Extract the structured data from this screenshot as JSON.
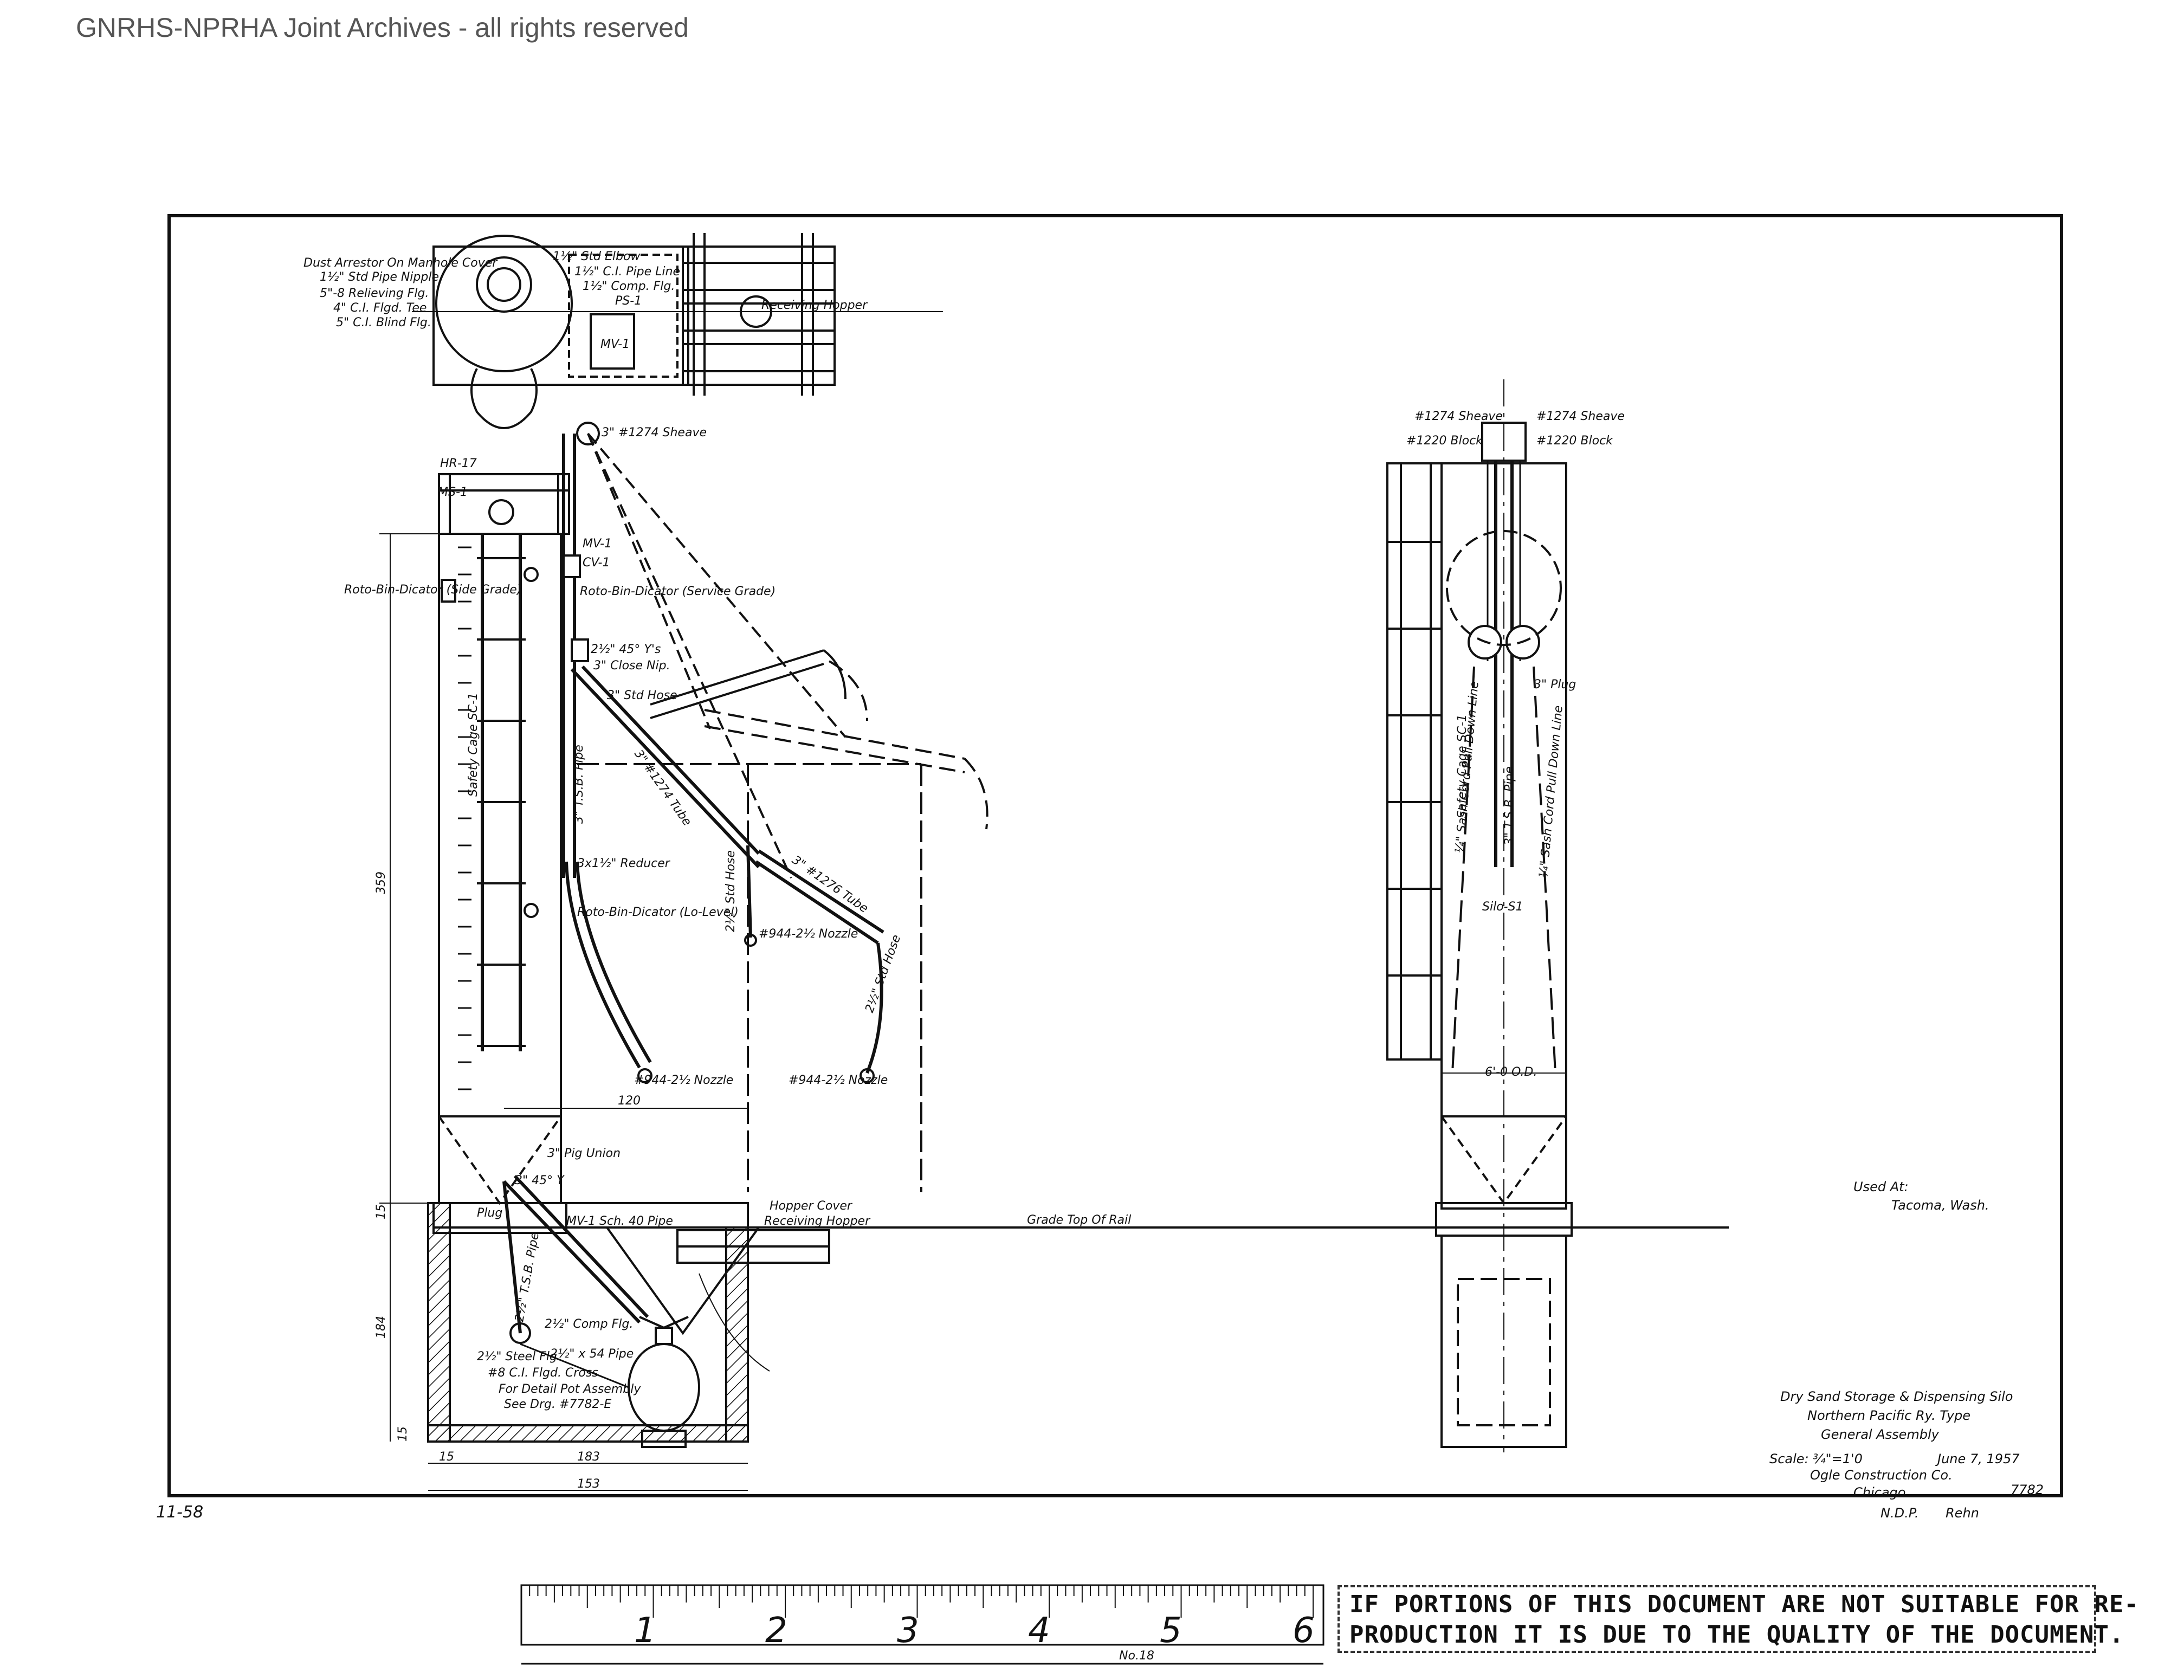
{
  "watermark": "GNRHS-NPRHA Joint Archives - all rights reserved",
  "plan_labels": {
    "dust_arrestor": "Dust Arrestor On Manhole Cover",
    "close_nipple": "1½\" Std Pipe Nipple",
    "relieving_flg": "5\"-8 Relieving Flg.",
    "flgd_tee": "4\" C.I. Flgd. Tee",
    "blind_flg": "5\" C.I. Blind Flg.",
    "elbow": "1½\" Std Elbow",
    "cap": "1½\" C.I. Pipe Line",
    "comp_flg": "1½\" Comp. Flg.",
    "receiving_hopper": "Receiving Hopper",
    "tag_ps1": "PS-1",
    "tag_mv1": "MV-1"
  },
  "elevation_labels": {
    "sheave_top": "3\" #1274 Sheave",
    "tag_hr17": "HR-17",
    "tag_ms1": "MS-1",
    "tag_mv1": "MV-1",
    "tag_cv1": "CV-1",
    "bin_dicator_hi": "Roto-Bin-Dicator (Service Grade)",
    "bin_dicator_side": "Roto-Bin-Dicator (Side Grade)",
    "ty_45": "2½\" 45° Y's",
    "close_nip": "3\" Close Nip.",
    "hose_1": "3\" Std Hose",
    "tube_1": "3\" #1274 Tube",
    "tube_2": "3\" #1276 Tube",
    "pipe_label": "3\" T.S.B. Pipe",
    "safety_cage": "Safety Cage SC-1",
    "reducer": "3x1½\" Reducer",
    "bin_dicator_lo": "Roto-Bin-Dicator (Lo-Level)",
    "hose_2": "2½\" Std Hose",
    "nozzle_1": "#944-2½ Nozzle",
    "nozzle_2": "#944-2½ Nozzle",
    "nozzle_3": "#944-2½ Nozzle",
    "hose_3": "2½\" Std Hose",
    "dim_120": "120",
    "dim_359": "359",
    "dim_15a": "15",
    "dim_184": "184",
    "dim_15b": "15",
    "dim_15c": "15",
    "dim_153": "153",
    "dim_183": "183",
    "union": "3\" Pig Union",
    "ty_45b": "3\" 45° Y",
    "plug": "Plug",
    "mv1_tag": "MV-1 Sch. 40 Pipe",
    "hopper_cover": "Hopper Cover",
    "receiving_hopper": "Receiving Hopper",
    "grade_rail": "Grade Top Of Rail",
    "pipe_vert": "2½\" T.S.B. Pipe",
    "comp_flg": "2½\" Comp Flg.",
    "steel_flg": "2½\" Steel Flg.",
    "pipe_254": "2½\" x 54 Pipe",
    "flgd_cross": "#8 C.I. Flgd. Cross",
    "detail_1": "For Detail Pot Assembly",
    "detail_2": "See Drg. #7782-E"
  },
  "side_labels": {
    "sheave_l": "#1274 Sheave",
    "sheave_r": "#1274 Sheave",
    "block_l": "#1220 Block",
    "block_r": "#1220 Block",
    "safety_cage": "Safety Cage SC-1",
    "pull_down_1": "¼\" Sash Cord Pull Down Line",
    "pull_down_2": "¼\" Sash Cord Pull Down Line",
    "pipe_label": "3\" T.S.B. Pipe",
    "plug": "3\" Plug",
    "silo": "Silo-S1",
    "od": "6'-0 O.D."
  },
  "title_block": {
    "used_at": "Used At:",
    "location": "Tacoma, Wash.",
    "line1": "Dry Sand Storage & Dispensing Silo",
    "line2": "Northern Pacific Ry. Type",
    "line3": "General Assembly",
    "scale": "Scale: ¾\"=1'0",
    "date": "June 7, 1957",
    "company": "Ogle Construction Co.",
    "city": "Chicago",
    "drawing_no": "7782",
    "drawn_by": "N.D.P.",
    "checked": "Rehn"
  },
  "margin_note": "11-58",
  "ruler": {
    "inches": [
      "1",
      "2",
      "3",
      "4",
      "5",
      "6"
    ],
    "model": "No.18"
  },
  "notice": {
    "line1": "IF PORTIONS OF THIS DOCUMENT ARE NOT SUITABLE FOR RE-",
    "line2": "PRODUCTION IT IS DUE TO THE QUALITY OF THE DOCUMENT."
  }
}
